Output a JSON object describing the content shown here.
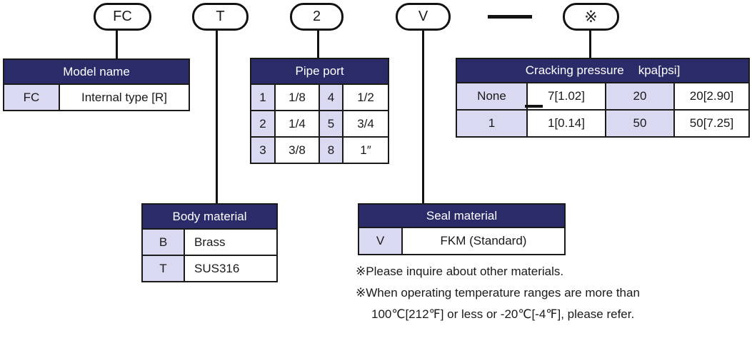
{
  "colors": {
    "header_bg": "#2b2b69",
    "code_cell_bg": "#d9d9f2",
    "value_cell_bg": "#ffffff",
    "border": "#1a1a1a",
    "text": "#1a1a1a",
    "header_text": "#ffffff"
  },
  "bubbles": {
    "model": "FC",
    "body": "T",
    "port": "2",
    "seal": "V",
    "cracking": "※"
  },
  "icons": {
    "separator_dash": "—"
  },
  "tables": {
    "model": {
      "title": "Model name",
      "rows": [
        [
          "FC",
          "Internal type [R]"
        ]
      ]
    },
    "pipe_port": {
      "title": "Pipe port",
      "rows": [
        [
          "1",
          "1/8",
          "4",
          "1/2"
        ],
        [
          "2",
          "1/4",
          "5",
          "3/4"
        ],
        [
          "3",
          "3/8",
          "8",
          "1″"
        ]
      ]
    },
    "cracking": {
      "title": "Cracking pressure",
      "unit": "kpa[psi]",
      "rows": [
        [
          "None",
          "7[1.02]",
          "20",
          "20[2.90]"
        ],
        [
          "1",
          "1[0.14]",
          "50",
          "50[7.25]"
        ]
      ]
    },
    "body": {
      "title": "Body material",
      "rows": [
        [
          "B",
          "Brass"
        ],
        [
          "T",
          "SUS316"
        ]
      ]
    },
    "seal": {
      "title": "Seal material",
      "rows": [
        [
          "V",
          "FKM (Standard)"
        ]
      ]
    }
  },
  "notes": [
    "※Please inquire about other materials.",
    "※When operating temperature ranges are more than",
    "100℃[212℉] or less or -20℃[-4℉], please refer."
  ]
}
